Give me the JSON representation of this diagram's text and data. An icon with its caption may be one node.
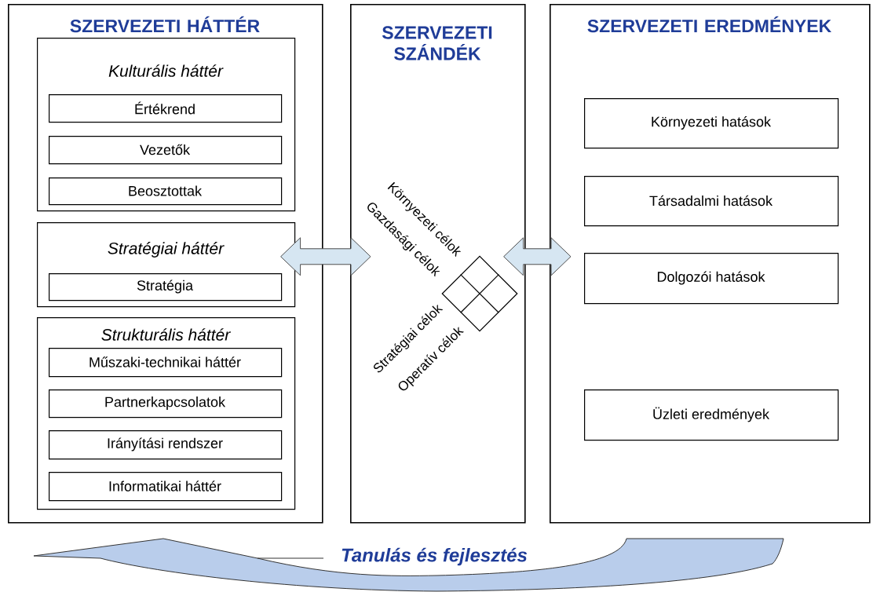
{
  "diagram": {
    "nodes": [
      {
        "text": [
          "SZERVEZETI HÁTTÉR"
        ]
      },
      {
        "text": [
          "Kulturális háttér"
        ],
        "in": 0
      },
      {
        "text": [
          "Értékrend"
        ],
        "in": 1
      },
      {
        "text": [
          "Vezetők"
        ],
        "in": 1
      },
      {
        "text": [
          "Beosztottak"
        ],
        "in": 1
      },
      {
        "text": [
          "Stratégiai háttér"
        ],
        "in": 0
      },
      {
        "text": [
          "Stratégia"
        ],
        "in": 5
      },
      {
        "text": [
          "Strukturális háttér"
        ],
        "in": 0
      },
      {
        "text": [
          "Műszaki-technikai háttér"
        ],
        "in": 7
      },
      {
        "text": [
          "Partnerkapcsolatok"
        ],
        "in": 7
      },
      {
        "text": [
          "Irányítási rendszer"
        ],
        "in": 7
      },
      {
        "text": [
          "Informatikai háttér"
        ],
        "in": 7
      },
      {
        "text": [
          "SZERVEZETI SZÁNDÉK"
        ]
      },
      {
        "text": [],
        "shape": "diamond",
        "in": 12,
        "beside": [
          "Környezeti célok",
          "Gazdasági célok",
          "Stratégiai célok",
          "Operatív célok"
        ]
      },
      {
        "text": [
          "SZERVEZETI EREDMÉNYEK"
        ]
      },
      {
        "text": [
          "Környezeti hatások"
        ],
        "in": 14
      },
      {
        "text": [
          "Társadalmi hatások"
        ],
        "in": 14
      },
      {
        "text": [
          "Dolgozói hatások"
        ],
        "in": 14
      },
      {
        "text": [
          "Üzleti eredmények"
        ],
        "in": 14
      }
    ],
    "edges": [
      {
        "from": 0,
        "to": 12,
        "arrow": "both"
      },
      {
        "from": 12,
        "to": 14,
        "arrow": "both"
      }
    ],
    "labels": [
      "Tanulás és fejlesztés"
    ]
  }
}
